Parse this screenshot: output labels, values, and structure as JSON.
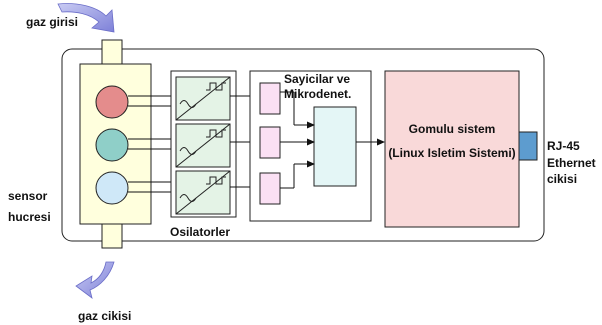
{
  "labels": {
    "gas_inlet": "gaz girisi",
    "gas_outlet": "gaz cikisi",
    "sensor_cell_line1": "sensor",
    "sensor_cell_line2": "hucresi",
    "oscillators": "Osilatorler",
    "counters_line1": "Sayicilar ve",
    "counters_line2": "Mikrodenet.",
    "embedded_line1": "Gomulu sistem",
    "embedded_line2": "(Linux Isletim Sistemi)",
    "eth_line1": "RJ-45",
    "eth_line2": "Ethernet",
    "eth_line3": "cikisi"
  },
  "colors": {
    "sensor_1": "#e48c8c",
    "sensor_2": "#8fcfc8",
    "sensor_3": "#cfe8f8",
    "sensor_panel": "#ffffdd",
    "oscillator_panel": "#e4f3e6",
    "counter_box": "#fbe0f4",
    "microcontroller_box": "#e4f6f6",
    "embedded_box": "#f9d9d9",
    "rj45_port": "#5d9ccf",
    "gas_arrow": "#8c8fe0"
  },
  "icons": {
    "gas_arrows": "curved-arrow",
    "oscillator_symbol": "square-wave-converter"
  }
}
